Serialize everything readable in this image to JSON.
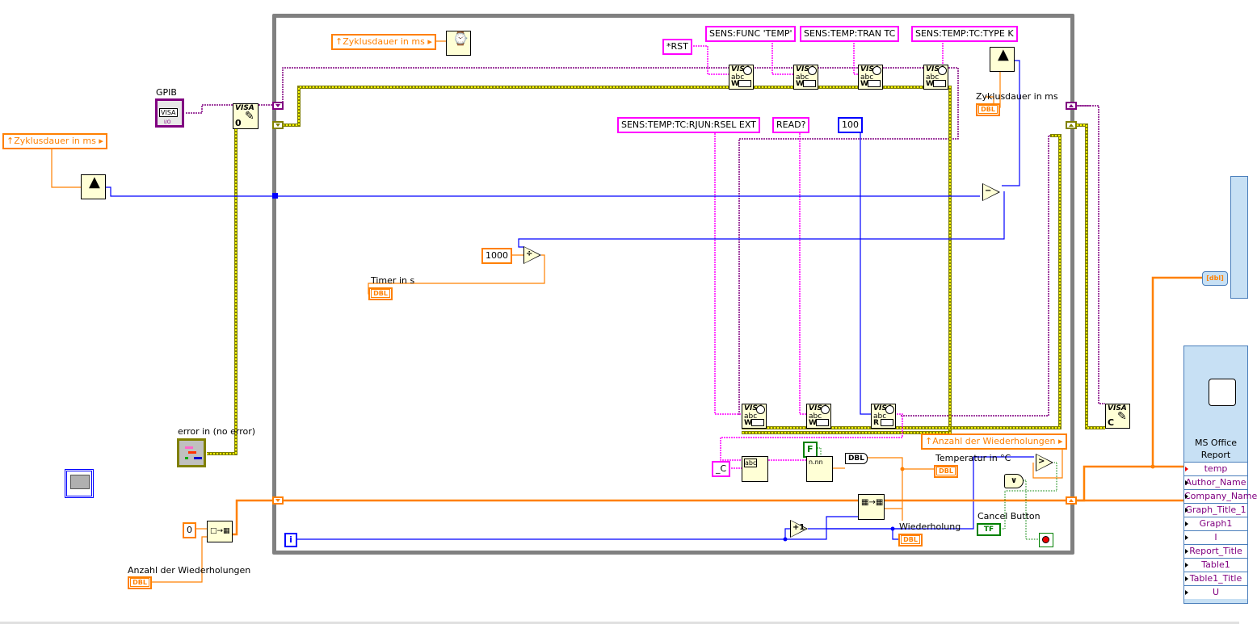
{
  "diagram": {
    "type": "LabVIEW block diagram",
    "loop": {
      "kind": "while-loop",
      "iteration_terminal": "i"
    },
    "controls": {
      "gpib": {
        "label": "GPIB",
        "value": "VISA",
        "badge": "I/O"
      },
      "error_in": {
        "label": "error in (no error)"
      },
      "anzahl_wiederholungen": {
        "label": "Anzahl der Wiederholungen",
        "type": "DBL"
      },
      "cancel_button": {
        "label": "Cancel Button",
        "type": "TF"
      },
      "zyklusdauer_inner": {
        "label": "Zyklusdauer in ms",
        "type": "DBL"
      }
    },
    "indicators": {
      "timer": {
        "label": "Timer in s",
        "type": "DBL"
      },
      "temperatur": {
        "label": "Temperatur in °C",
        "type": "DBL"
      },
      "wiederholung": {
        "label": "Wiederholung",
        "type": "DBL"
      }
    },
    "local_variables": {
      "zyklus_outer": "Zyklusdauer in ms",
      "zyklus_loop": "Zyklusdauer in ms",
      "anzahl_loop": "Anzahl der Wiederholungen"
    },
    "string_constants": {
      "rst": "*RST",
      "func": "SENS:FUNC 'TEMP'",
      "tran": "SENS:TEMP:TRAN TC",
      "type": "SENS:TEMP:TC:TYPE K",
      "rjun": "SENS:TEMP:TC:RJUN:RSEL EXT",
      "read": "READ?",
      "c": "_C"
    },
    "numeric_constants": {
      "byte_count": "100",
      "divisor": "1000",
      "init_zero": "0"
    },
    "boolean_constants": {
      "f": "F"
    },
    "visa_nodes": {
      "open_label": "VISA",
      "open_mode": "0",
      "close_label": "VISA",
      "close_mode": "C",
      "write_label": "VISA",
      "write_mode": "W",
      "read_mode": "R",
      "abc": "abc"
    },
    "nodes": {
      "plus_one": "+1",
      "divide": "÷",
      "subtract": "−",
      "greater": ">",
      "or": "∨",
      "scan_format": "n.nn",
      "dbl_convert": "DBL"
    },
    "report": {
      "title_line1": "MS Office",
      "title_line2": "Report",
      "inputs": [
        "temp",
        "Author_Name",
        "Company_Name",
        "Graph_Title_1",
        "Graph1",
        "I",
        "Report_Title",
        "Table1",
        "Table1_Title",
        "U"
      ]
    },
    "colors": {
      "loop_border": "#808080",
      "string_wire": "#ff00ff",
      "numeric_wire": "#0000ff",
      "dbl_wire": "#ff8000",
      "visa_wire": "#800080",
      "error_wire": "#808000",
      "bool_wire": "#008000",
      "node_fill": "#ffffd6"
    }
  }
}
